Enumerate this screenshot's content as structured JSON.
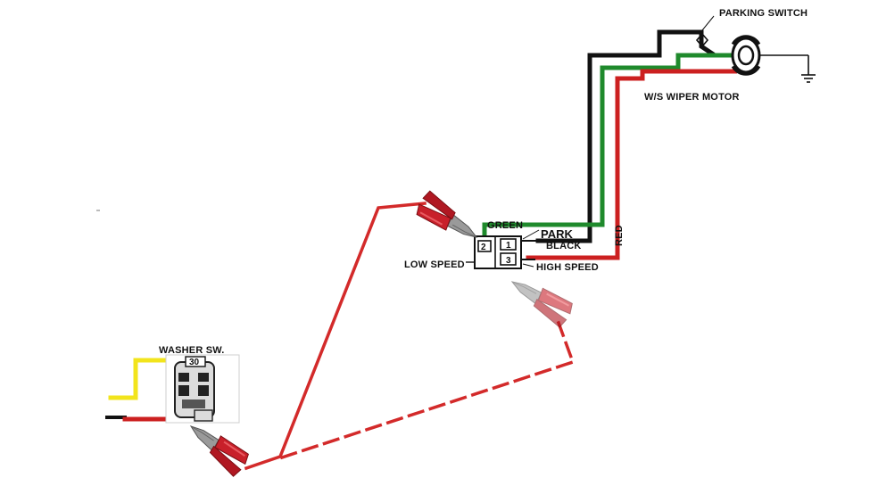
{
  "labels": {
    "parking_switch": "PARKING SWITCH",
    "wiper_motor": "W/S WIPER MOTOR",
    "green": "GREEN",
    "park": "PARK",
    "black": "BLACK",
    "red": "RED",
    "low_speed": "LOW SPEED",
    "high_speed": "HIGH SPEED",
    "washer_sw": "WASHER SW.",
    "washer_terminal": "30",
    "switch_term_2": "2",
    "switch_term_1": "1",
    "switch_term_3": "3"
  },
  "colors": {
    "black_wire": "#111111",
    "green_wire": "#1f8a2c",
    "red_wire": "#cc2020",
    "jumper": "#d32a2a",
    "yellow_wire": "#f2e41c",
    "clip_red": "#c8202a",
    "clip_metal": "#9a9a9a"
  },
  "icons": [
    "alligator-clip-icon",
    "ground-symbol-icon",
    "motor-icon",
    "switch-icon"
  ]
}
